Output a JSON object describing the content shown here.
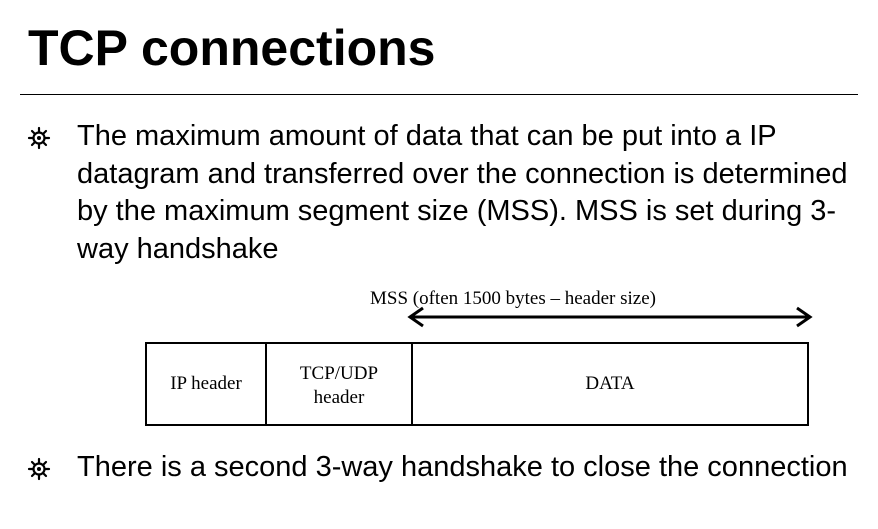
{
  "slide": {
    "title": "TCP connections",
    "bullets": [
      {
        "icon": "asterisk-bullet-icon",
        "text": "The maximum amount of data that can be put into a IP datagram and transferred over the connection is determined by the maximum segment size (MSS).  MSS is set during 3-way handshake"
      },
      {
        "icon": "asterisk-bullet-icon",
        "text": "There is a second 3-way handshake to close the connection"
      }
    ]
  },
  "diagram": {
    "mss_label": "MSS  (often 1500 bytes – header size)",
    "arrow_icon": "double-headed-arrow-icon",
    "segments": [
      {
        "label": "IP header"
      },
      {
        "label": "TCP/UDP header"
      },
      {
        "label": "DATA"
      }
    ]
  }
}
